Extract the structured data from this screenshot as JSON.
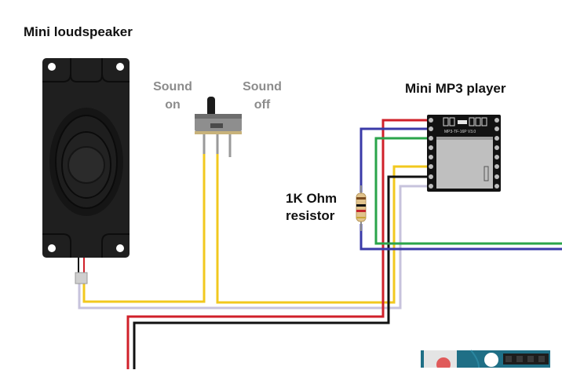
{
  "labels": {
    "speaker": "Mini loudspeaker",
    "sound_on_1": "Sound",
    "sound_on_2": "on",
    "sound_off_1": "Sound",
    "sound_off_2": "off",
    "mp3": "Mini MP3 player",
    "resistor_1": "1K Ohm",
    "resistor_2": "resistor",
    "module_silkscreen": "MP3-TF-16P V3.0"
  },
  "components": [
    "mini-loudspeaker",
    "slide-switch",
    "resistor-1k",
    "mp3-player-module",
    "arduino-board-partial"
  ],
  "wire_colors": {
    "red": "#d0202a",
    "black": "#111111",
    "yellow": "#f2c81e",
    "lavender": "#c7c3dc",
    "blue": "#3a3aa8",
    "green": "#2aa44a"
  }
}
